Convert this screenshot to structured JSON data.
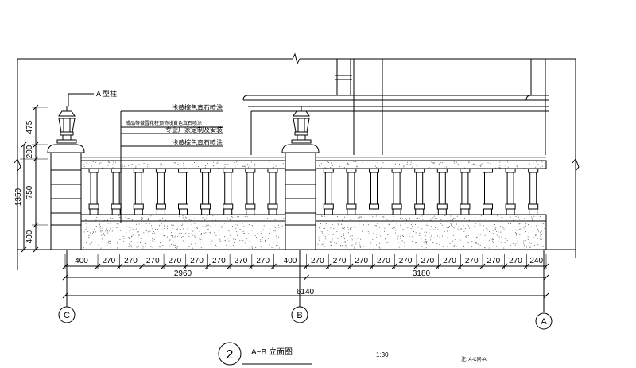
{
  "drawing": {
    "column_label": "A 型柱",
    "notes": [
      "浅黄棕色真石喷涂",
      "成品等做雪花柱顶饰浅黄色真石喷涂",
      "专业厂家定制及安装",
      "浅黄棕色真石喷涂"
    ],
    "left_dims": [
      "475",
      "200",
      "750",
      "400",
      "1350"
    ],
    "bottom_dims": [
      "400",
      "270",
      "270",
      "270",
      "270",
      "270",
      "270",
      "270",
      "270",
      "400",
      "270",
      "270",
      "270",
      "270",
      "270",
      "270",
      "270",
      "270",
      "270",
      "270",
      "240"
    ],
    "subtotals": [
      "2960",
      "3180"
    ],
    "total": "6140",
    "grid_labels": [
      "C",
      "B",
      "A"
    ],
    "title_number": "2",
    "title_text": "A~B 立面图",
    "scale": "1:30",
    "footnote": "注: A-C同-A"
  }
}
